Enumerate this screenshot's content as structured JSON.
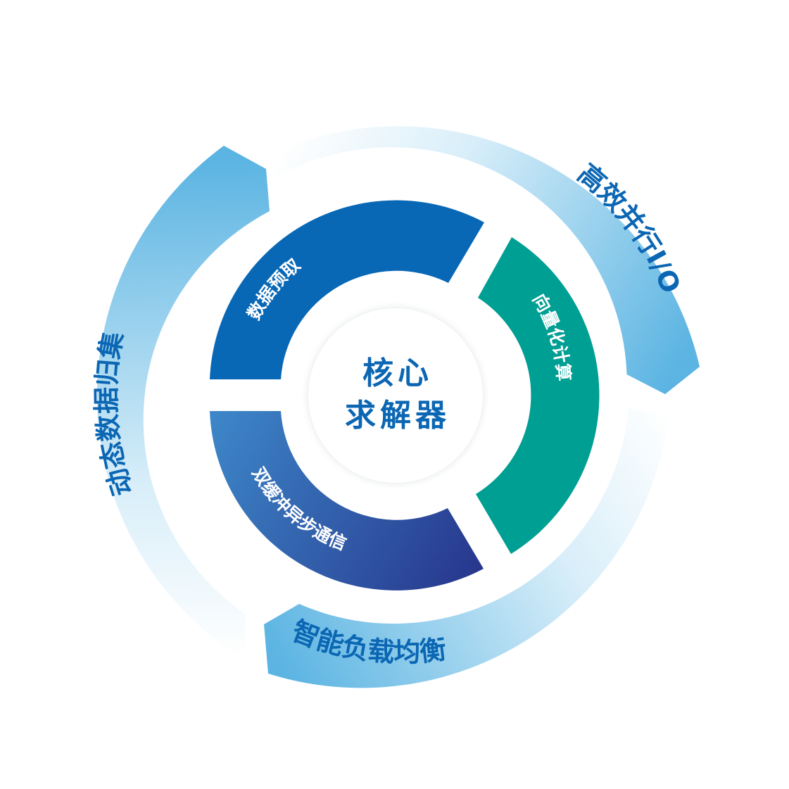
{
  "center": {
    "line1": "核心",
    "line2": "求解器"
  },
  "inner_ring": [
    {
      "label": "数据预取",
      "color": "#0868b6"
    },
    {
      "label": "向量化计算",
      "color": "#009f93"
    },
    {
      "label": "双缓冲异步通信",
      "color_start": "#3d86c8",
      "color_end": "#27368c"
    }
  ],
  "outer_ring": [
    {
      "label": "高效并行I/O"
    },
    {
      "label": "智能负载均衡"
    },
    {
      "label": "动态数据归集"
    }
  ],
  "colors": {
    "outer_arrow": "#5bb4e2",
    "outer_fade": "#ffffff",
    "text_blue": "#0b66b3"
  }
}
